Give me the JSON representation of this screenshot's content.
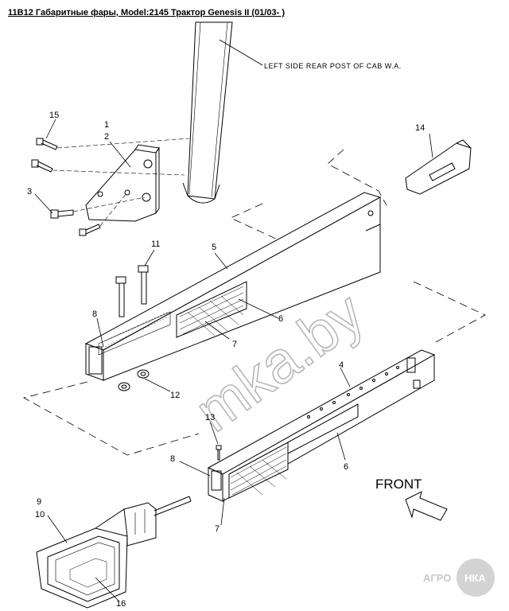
{
  "header": {
    "title": "11B12 Габаритные фары, Model:2145 Трактор Genesis II (01/03- )"
  },
  "diagram": {
    "note": "LEFT SIDE REAR POST OF CAB W.A.",
    "front_label": "FRONT",
    "callouts": {
      "c1": "1",
      "c2": "2",
      "c3": "3",
      "c15": "15",
      "c14": "14",
      "c11": "11",
      "c5": "5",
      "c8a": "8",
      "c6a": "6",
      "c7a": "7",
      "c12": "12",
      "c4": "4",
      "c13": "13",
      "c8b": "8",
      "c6b": "6",
      "c7b": "7",
      "c9": "9",
      "c10": "10",
      "c16": "16"
    }
  },
  "watermark": {
    "text": "mka.by"
  },
  "logo": {
    "left": "АГРО",
    "right": "НКА"
  },
  "colors": {
    "line": "#000000",
    "watermark": "#b7b7b7",
    "logo": "#c9c9c9"
  }
}
